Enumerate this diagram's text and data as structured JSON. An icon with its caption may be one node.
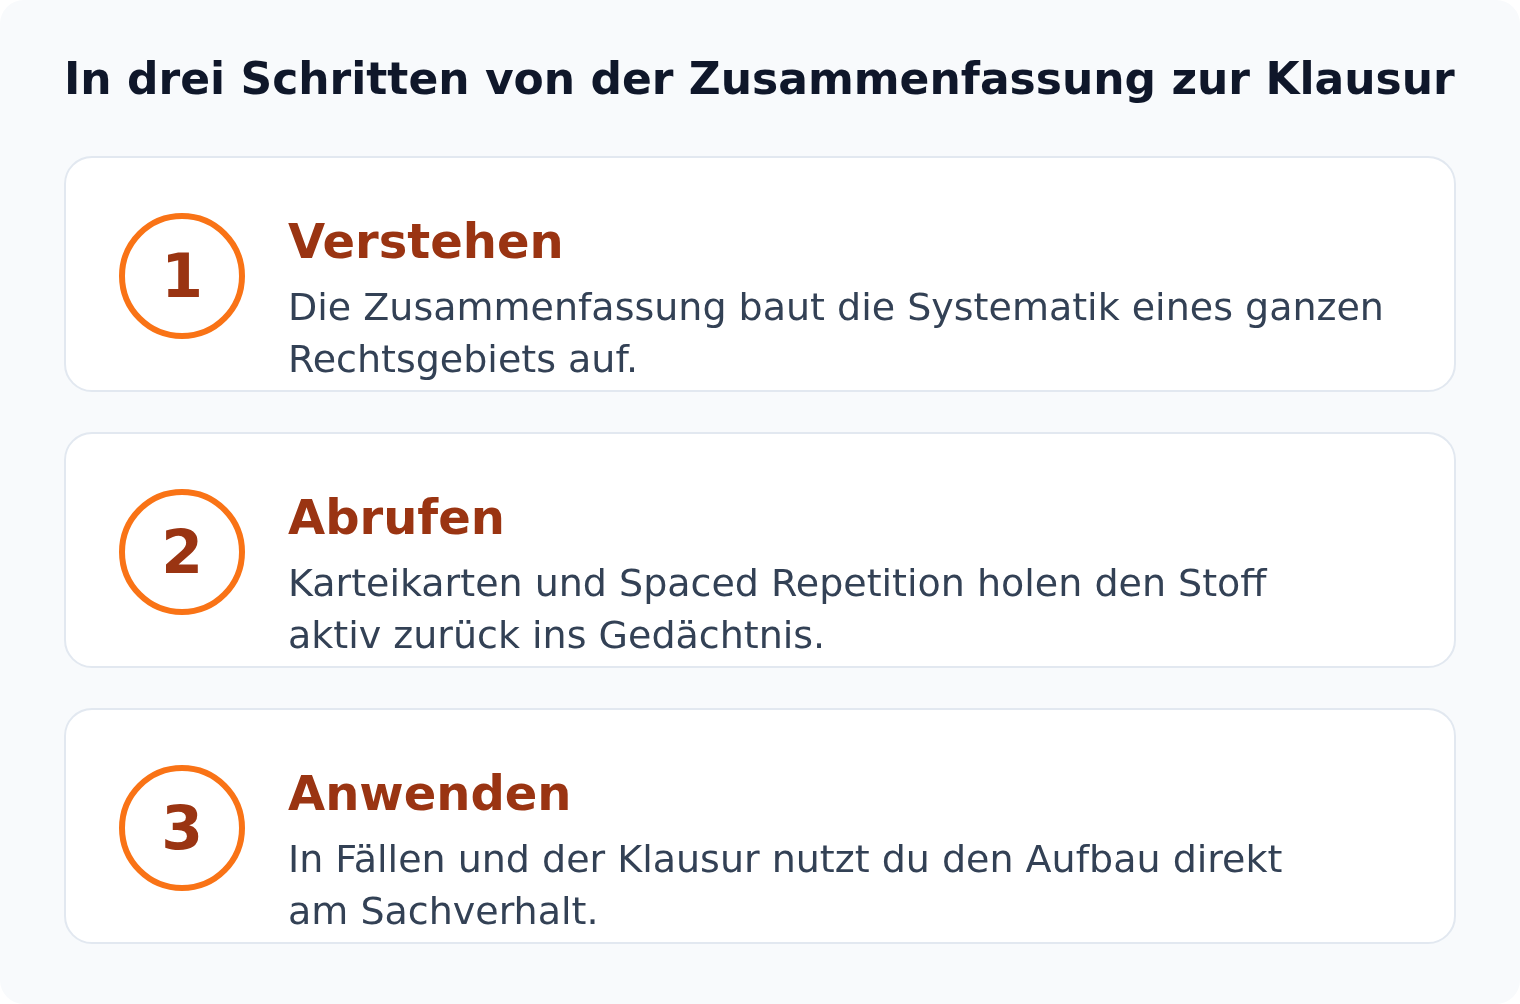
{
  "diagram": {
    "title": "In drei Schritten von der Zusammenfassung zur Klausur",
    "nodes": [
      {
        "text": [
          "Verstehen",
          "Die Zusammenfassung baut die Systematik eines ganzen Rechtsgebiets auf."
        ]
      },
      {
        "text": [
          "1"
        ],
        "in": 0
      },
      {
        "text": [
          "Abrufen",
          "Karteikarten und Spaced Repetition holen den Stoff aktiv zurück ins Gedächtnis."
        ]
      },
      {
        "text": [
          "2"
        ],
        "in": 2
      },
      {
        "text": [
          "Anwenden",
          "In Fällen und der Klausur nutzt du den Aufbau direkt am Sachverhalt."
        ]
      },
      {
        "text": [
          "3"
        ],
        "in": 4
      }
    ]
  }
}
